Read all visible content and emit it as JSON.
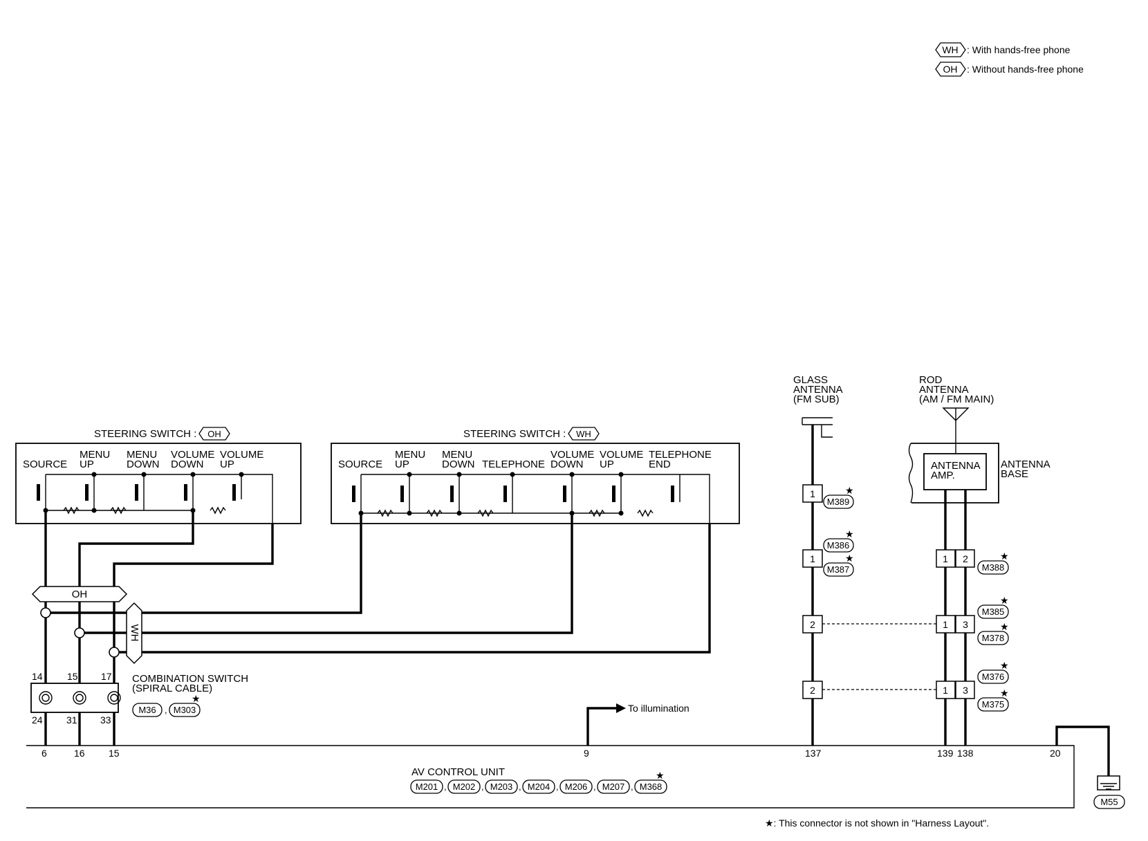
{
  "legend": {
    "wh_tag": "WH",
    "wh_text": ": With hands-free phone",
    "oh_tag": "OH",
    "oh_text": ": Without hands-free phone"
  },
  "steering_oh": {
    "title": "STEERING SWITCH :",
    "tag": "OH",
    "source": "SOURCE",
    "menu_up": [
      "MENU",
      "UP"
    ],
    "menu_down": [
      "MENU",
      "DOWN"
    ],
    "volume_down": [
      "VOLUME",
      "DOWN"
    ],
    "volume_up": [
      "VOLUME",
      "UP"
    ]
  },
  "steering_wh": {
    "title": "STEERING SWITCH :",
    "tag": "WH",
    "source": "SOURCE",
    "menu_up": [
      "MENU",
      "UP"
    ],
    "menu_down": [
      "MENU",
      "DOWN"
    ],
    "telephone": "TELEPHONE",
    "volume_down": [
      "VOLUME",
      "DOWN"
    ],
    "volume_up": [
      "VOLUME",
      "UP"
    ],
    "telephone_end": [
      "TELEPHONE",
      "END"
    ]
  },
  "branch_oh": "OH",
  "branch_wh": "WH",
  "combination_switch": {
    "name": [
      "COMBINATION SWITCH",
      "(SPIRAL CABLE)"
    ],
    "top_pins": [
      "14",
      "15",
      "17"
    ],
    "bottom_pins": [
      "24",
      "31",
      "33"
    ],
    "connectors": [
      "M36",
      "M303"
    ]
  },
  "glass_antenna": {
    "name": [
      "GLASS",
      "ANTENNA",
      "(FM SUB)"
    ],
    "pins": [
      "1",
      "1",
      "2",
      "2"
    ],
    "connectors": [
      "M389",
      "M386",
      "M387"
    ]
  },
  "rod_antenna": {
    "name": [
      "ROD",
      "ANTENNA",
      "(AM / FM MAIN)"
    ],
    "amp": [
      "ANTENNA",
      "AMP."
    ],
    "base": [
      "ANTENNA",
      "BASE"
    ],
    "pins_left": [
      "1",
      "1",
      "1"
    ],
    "pins_right": [
      "2",
      "3",
      "3"
    ],
    "connectors": [
      "M388",
      "M385",
      "M378",
      "M376",
      "M375"
    ]
  },
  "to_illumination": "To illumination",
  "av_unit": {
    "name": "AV CONTROL UNIT",
    "pins": [
      "6",
      "16",
      "15",
      "9",
      "137",
      "139",
      "138",
      "20"
    ],
    "connectors": [
      "M201",
      "M202",
      "M203",
      "M204",
      "M206",
      "M207",
      "M368"
    ]
  },
  "ground_connector": "M55",
  "footnote": "★: This connector is not shown in \"Harness Layout\"."
}
